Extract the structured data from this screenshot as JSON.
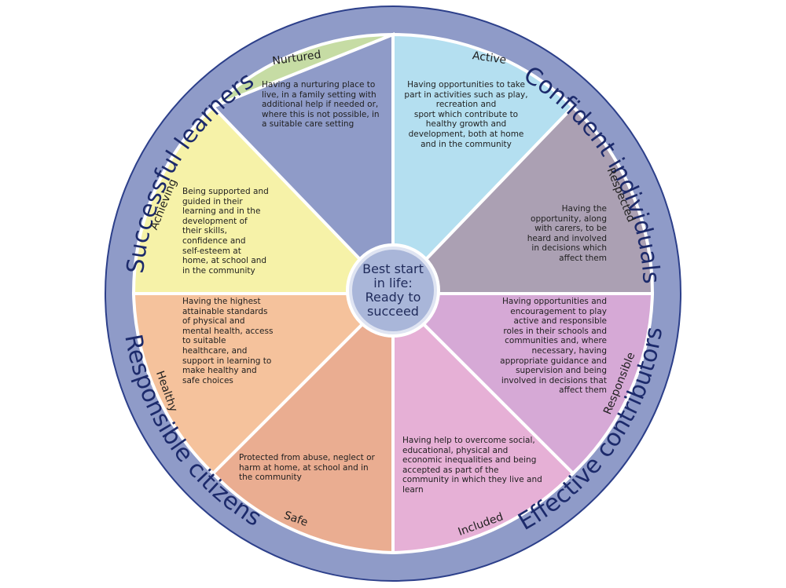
{
  "colors": {
    "ring": "#8f9bc8",
    "ring_outline": "#2c3f8a",
    "divider": "#ffffff",
    "center": "#7c8fc4",
    "nurtured": "#c6dca4",
    "active": "#b4dff0",
    "respected": "#aba0b3",
    "responsible": "#d6a9d6",
    "included": "#e6b0d6",
    "safe": "#eaad91",
    "healthy": "#f5c29c",
    "achieving": "#f6f2a8"
  },
  "ring_labels": {
    "top_left": "Successful learners",
    "top_right": "Confident individuals",
    "bottom_left": "Responsible citizens",
    "bottom_right": "Effective contributors"
  },
  "center": {
    "line1": "Best start",
    "line2": "in life:",
    "line3": "Ready to",
    "line4": "succeed"
  },
  "segments": {
    "nurtured": {
      "title": "Nurtured",
      "text": "Having a nurturing place to\nlive, in a family setting with\nadditional help if needed or,\nwhere this is not possible, in\na suitable care setting"
    },
    "active": {
      "title": "Active",
      "text": "Having opportunities to take\npart in activities such as play,\nrecreation and\nsport which contribute to\nhealthy growth and\ndevelopment, both at home\nand in the community"
    },
    "respected": {
      "title": "Respected",
      "text": "Having the\nopportunity, along\nwith carers, to be\nheard and involved\nin decisions which\naffect them"
    },
    "responsible": {
      "title": "Responsible",
      "text": "Having opportunities and\nencouragement to play\nactive and responsible\nroles in their schools and\ncommunities and, where\nnecessary, having\nappropriate guidance and\nsupervision and being\ninvolved in decisions that\naffect them"
    },
    "included": {
      "title": "Included",
      "text": "Having help to overcome social,\neducational, physical and\neconomic inequalities and being\naccepted as part of the\ncommunity in which they live and\nlearn"
    },
    "safe": {
      "title": "Safe",
      "text": "Protected from abuse, neglect or\nharm at home, at school and in\nthe community"
    },
    "healthy": {
      "title": "Healthy",
      "text": "Having the highest\nattainable standards\nof physical and\nmental health, access\nto suitable\nhealthcare, and\nsupport in learning to\nmake healthy and\nsafe choices"
    },
    "achieving": {
      "title": "Achieving",
      "text": "Being supported and\nguided in their\nlearning and in the\ndevelopment of\ntheir skills,\nconfidence and\nself-esteem at\nhome, at school and\nin the community"
    }
  }
}
